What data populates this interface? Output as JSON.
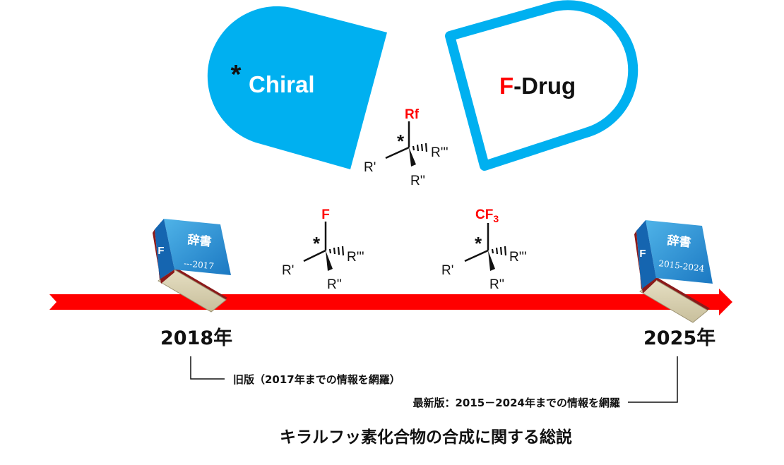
{
  "capsule_left": {
    "asterisk": "*",
    "label": "Chiral"
  },
  "capsule_right": {
    "prefix": "F",
    "label": "-Drug"
  },
  "molecule_top": {
    "top_group": "Rf",
    "asterisk": "*",
    "left": "R'",
    "right": "R'''",
    "bottom": "R''"
  },
  "molecule_f": {
    "top_group": "F",
    "asterisk": "*",
    "left": "R'",
    "right": "R'''",
    "bottom": "R''"
  },
  "molecule_cf3": {
    "top_group": "CF",
    "top_sub": "3",
    "asterisk": "*",
    "left": "R'",
    "right": "R'''",
    "bottom": "R''"
  },
  "book_old": {
    "spine": "F",
    "title": "辞書",
    "range": "---2017"
  },
  "book_new": {
    "spine": "F",
    "title": "辞書",
    "range": "2015-2024"
  },
  "year_old": "2018年",
  "year_new": "2025年",
  "note_old": "旧版（2017年までの情報を網羅）",
  "note_new": "最新版：2015－2024年までの情報を網羅",
  "caption": "キラルフッ素化合物の合成に関する総説",
  "colors": {
    "capsule_blue": "#00b0f0",
    "accent_red": "#ff0000",
    "book_maroon": "#8b1a1a",
    "page_cream": "#ddd5b5"
  }
}
